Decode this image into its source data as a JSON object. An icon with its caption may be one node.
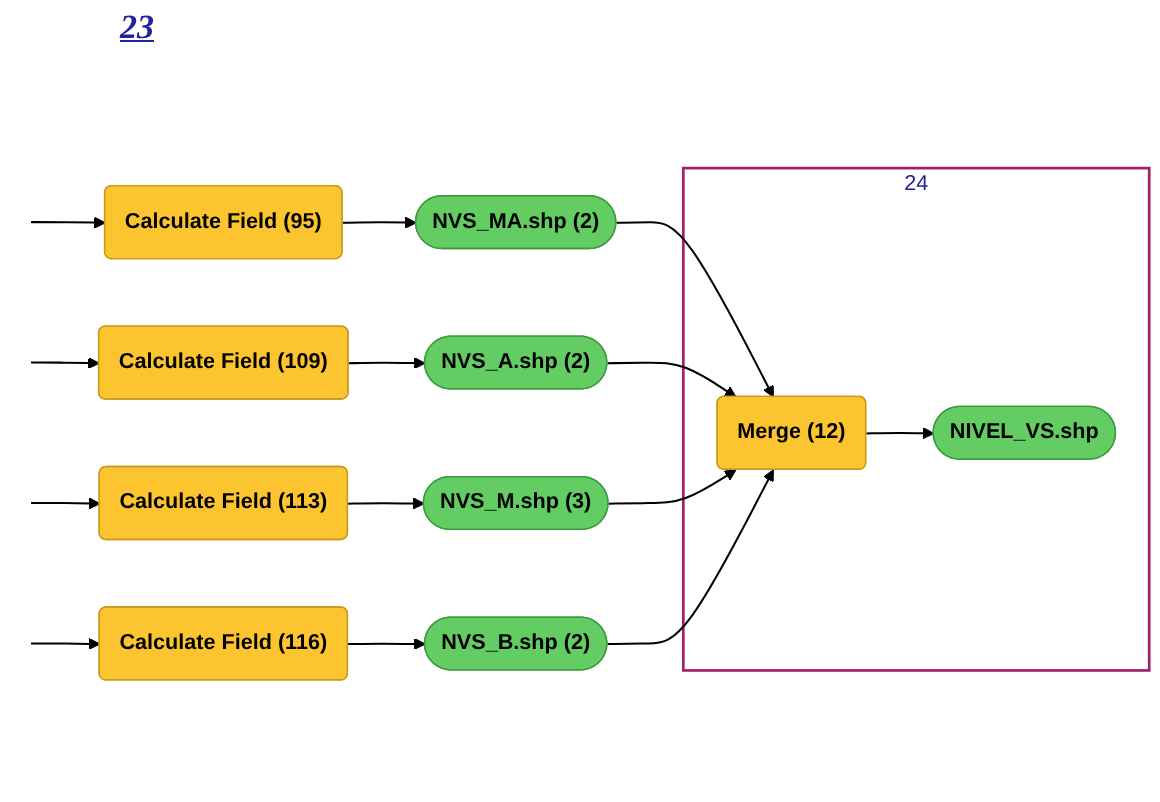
{
  "diagram": {
    "nodes": [
      {
        "text": [
          "Calculate Field (95)"
        ]
      },
      {
        "text": [
          "NVS_MA.shp (2)"
        ]
      },
      {
        "text": [
          "Calculate Field (109)"
        ]
      },
      {
        "text": [
          "NVS_A.shp (2)"
        ]
      },
      {
        "text": [
          "24"
        ]
      },
      {
        "text": [
          "Merge (12)"
        ],
        "in": 4
      },
      {
        "text": [
          "NIVEL_VS.shp"
        ],
        "in": 4
      },
      {
        "text": [
          "Calculate Field (113)"
        ]
      },
      {
        "text": [
          "NVS_M.shp (3)"
        ]
      },
      {
        "text": [
          "Calculate Field (116)"
        ]
      },
      {
        "text": [
          "NVS_B.shp (2)"
        ]
      }
    ],
    "edges": [
      {
        "from": null,
        "to": 0,
        "arrow": "to"
      },
      {
        "from": 0,
        "to": 1,
        "arrow": "to"
      },
      {
        "from": null,
        "to": 2,
        "arrow": "to"
      },
      {
        "from": 2,
        "to": 3,
        "arrow": "to"
      },
      {
        "from": null,
        "to": 7,
        "arrow": "to"
      },
      {
        "from": 7,
        "to": 8,
        "arrow": "to"
      },
      {
        "from": null,
        "to": 9,
        "arrow": "to"
      },
      {
        "from": 9,
        "to": 10,
        "arrow": "to"
      },
      {
        "from": 1,
        "to": 5,
        "arrow": "to"
      },
      {
        "from": 3,
        "to": 5,
        "arrow": "to"
      },
      {
        "from": 8,
        "to": 5,
        "arrow": "to"
      },
      {
        "from": 10,
        "to": 5,
        "arrow": "to"
      },
      {
        "from": 5,
        "to": 6,
        "arrow": "to"
      }
    ],
    "labels": [
      "23"
    ]
  }
}
